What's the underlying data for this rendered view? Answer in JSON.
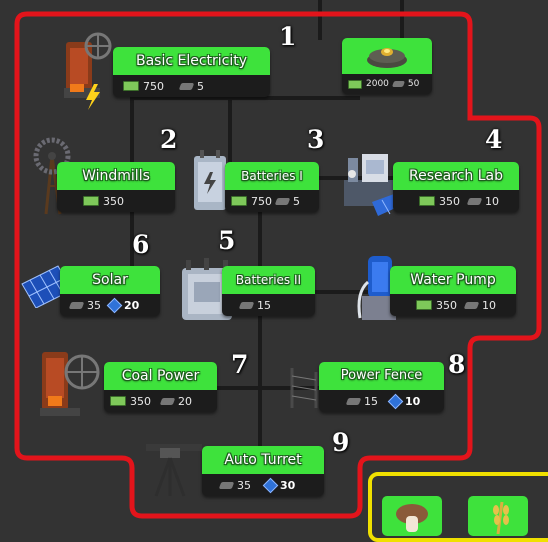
{
  "nodes": {
    "basic_electricity": {
      "label": "Basic Electricity",
      "cash": "750",
      "metal": "5"
    },
    "locked_item": {
      "cash": "2000",
      "metal": "50"
    },
    "windmills": {
      "label": "Windmills",
      "cash": "350"
    },
    "batteries_1": {
      "label": "Batteries I",
      "cash": "750",
      "metal": "5"
    },
    "research_lab": {
      "label": "Research Lab",
      "cash": "350",
      "metal": "10"
    },
    "solar": {
      "label": "Solar",
      "metal": "35",
      "gems": "20"
    },
    "batteries_2": {
      "label": "Batteries II",
      "metal": "15"
    },
    "water_pump": {
      "label": "Water Pump",
      "cash": "350",
      "metal": "10"
    },
    "coal_power": {
      "label": "Coal Power",
      "cash": "350",
      "metal": "20"
    },
    "power_fence": {
      "label": "Power Fence",
      "metal": "15",
      "gems": "10"
    },
    "auto_turret": {
      "label": "Auto Turret",
      "metal": "35",
      "gems": "30"
    }
  },
  "annotations": [
    "1",
    "2",
    "3",
    "4",
    "5",
    "6",
    "7",
    "8",
    "9"
  ],
  "colors": {
    "background": "#333333",
    "card_green": "#3ee23c",
    "highlight_red": "#e3141b",
    "highlight_yellow": "#f0e000"
  }
}
